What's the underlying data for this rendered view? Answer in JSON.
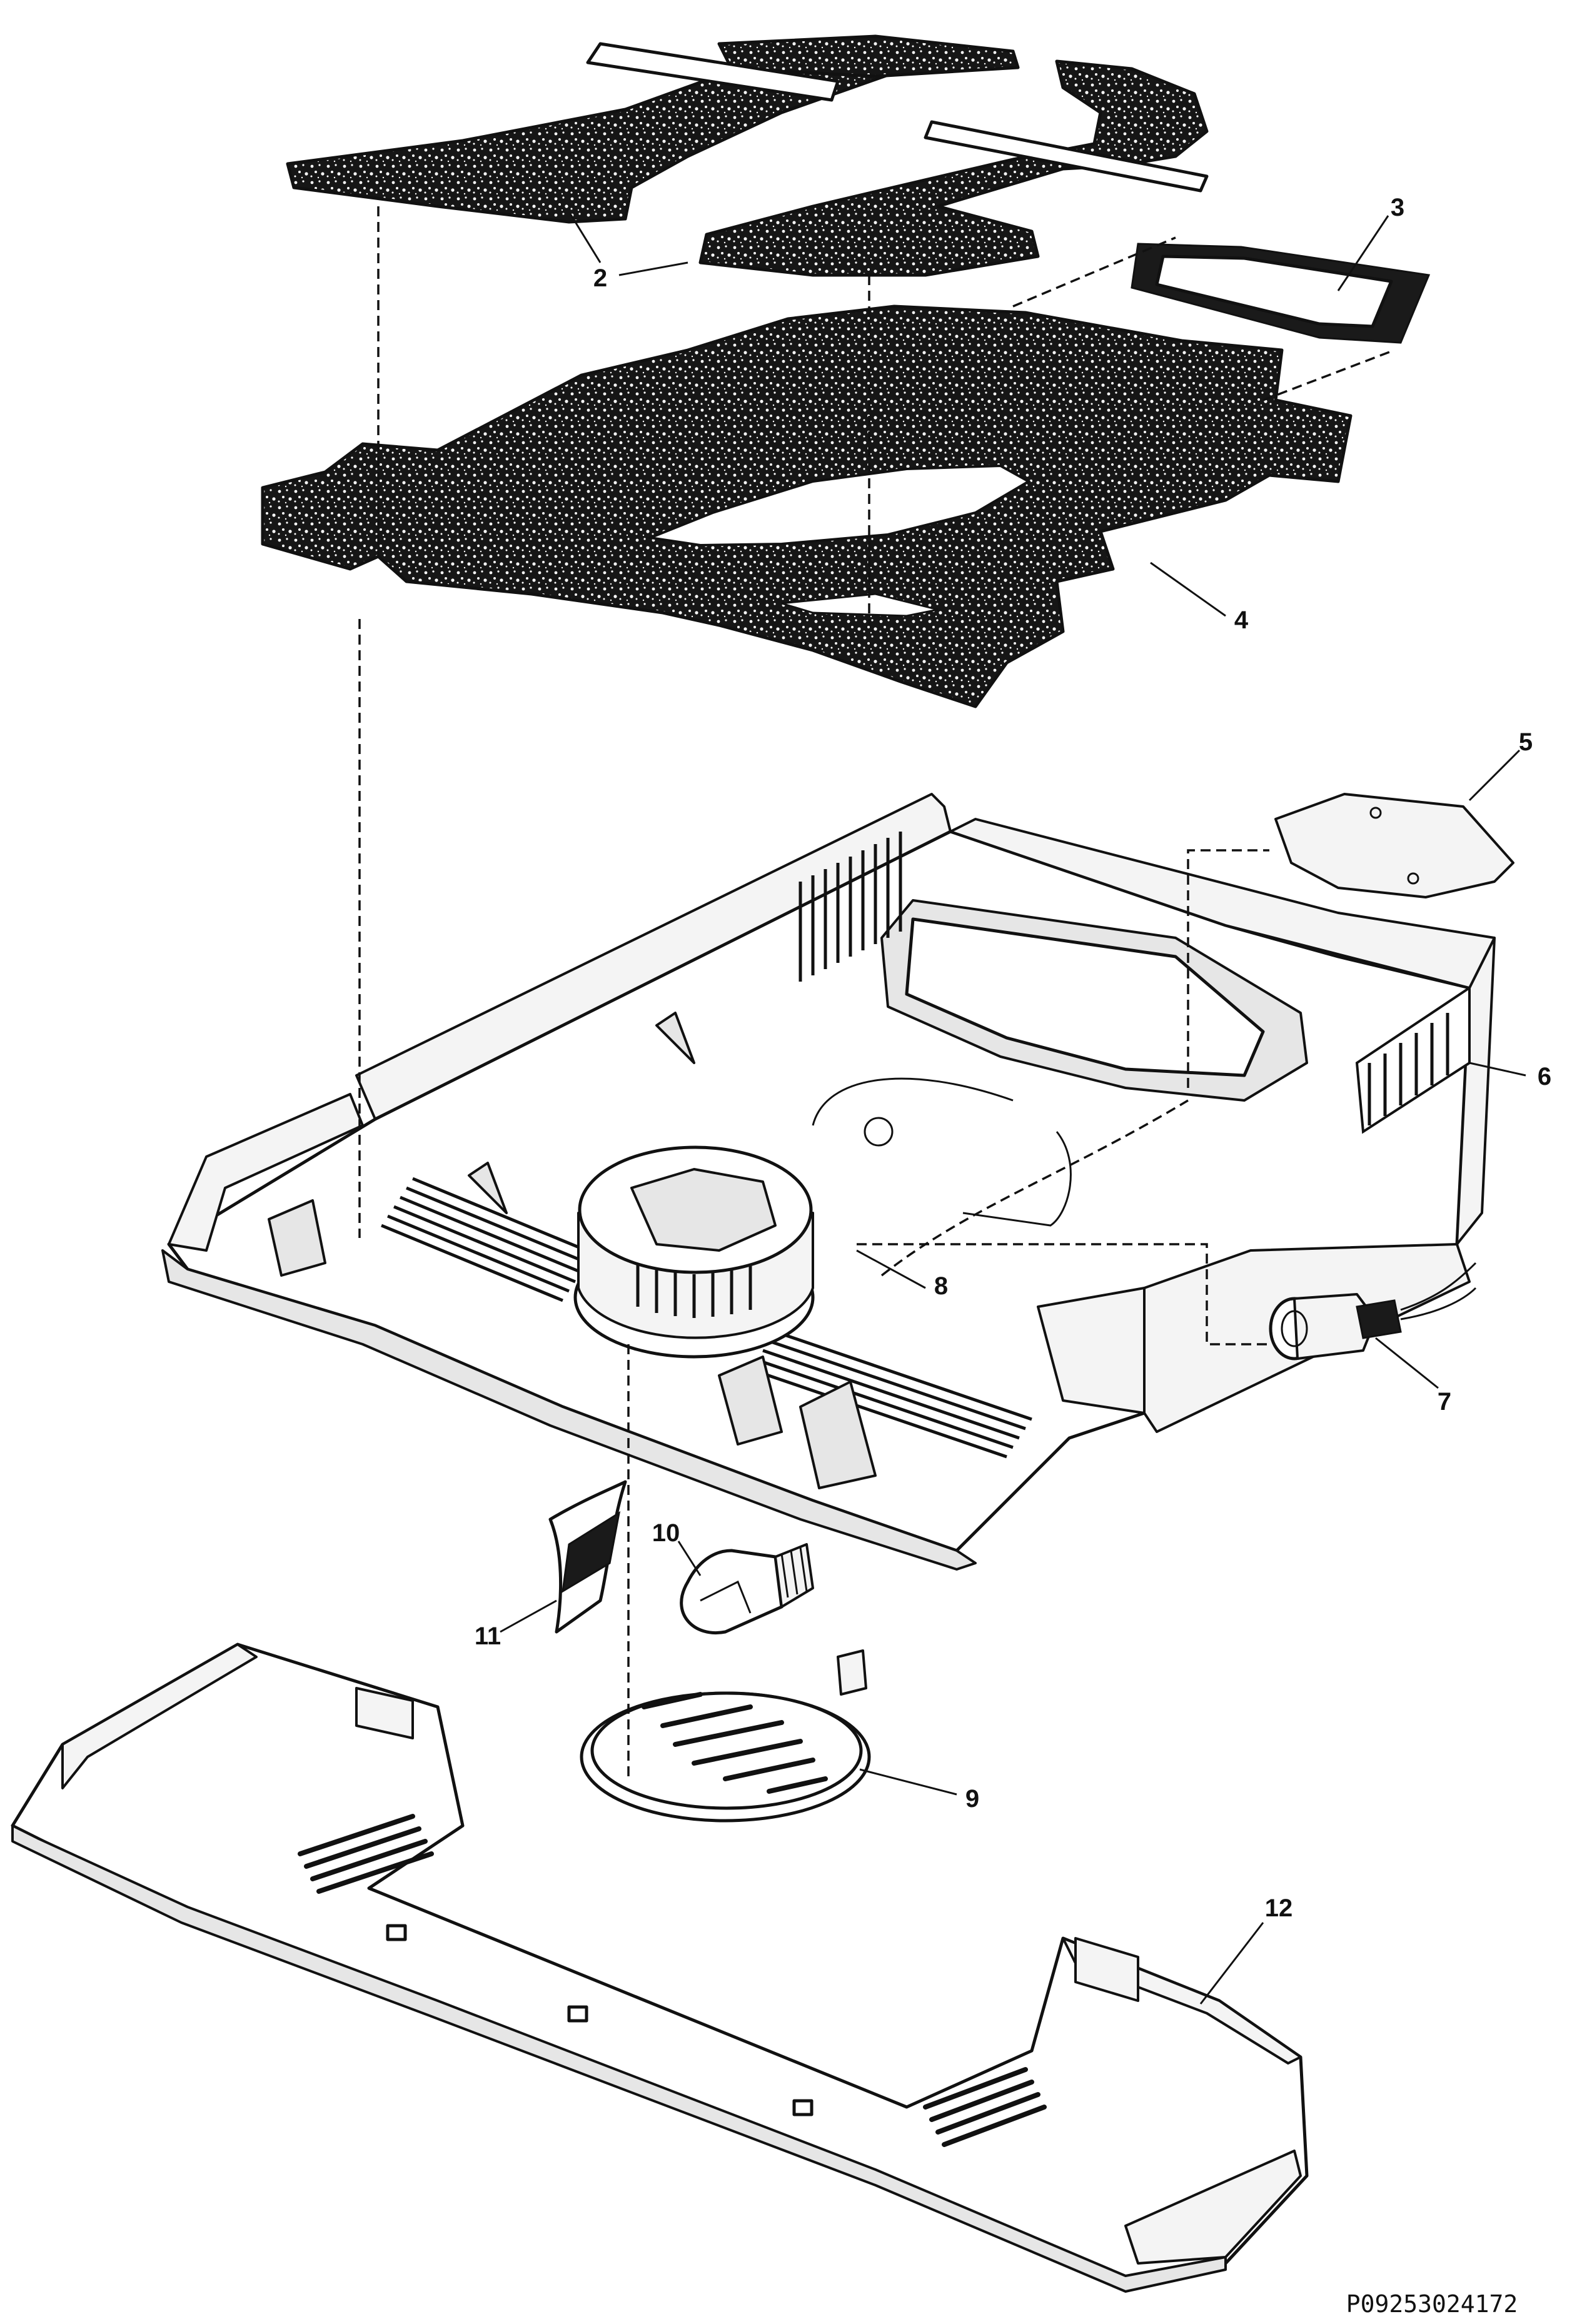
{
  "callouts": {
    "c2": "2",
    "c3": "3",
    "c4": "4",
    "c5": "5",
    "c6": "6",
    "c7": "7",
    "c8": "8",
    "c9": "9",
    "c10": "10",
    "c11": "11",
    "c12": "12"
  },
  "drawing_id": "P09253024172",
  "colors": {
    "line": "#111111",
    "foam": "#1a1a1a",
    "paper": "#ffffff"
  }
}
